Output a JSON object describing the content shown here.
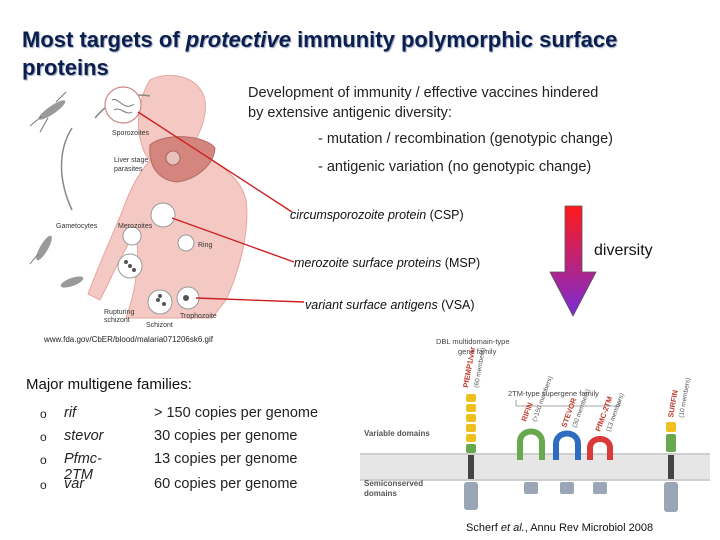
{
  "slide": {
    "title_part1": "Most targets of ",
    "title_emph": "protective",
    "title_part2": " immunity polymorphic surface proteins",
    "intro_line1": "Development of immunity / effective vaccines hindered",
    "intro_line2": "by extensive antigenic diversity:",
    "bullet_mutation": "- mutation / recombination (genotypic change)",
    "bullet_variation": "- antigenic variation (no genotypic change)"
  },
  "antigens": {
    "csp_name": "circumsporozoite protein",
    "csp_abbr": "(CSP)",
    "msp_name": "merozoite surface proteins",
    "msp_abbr": "(MSP)",
    "vsa_name": "variant surface antigens",
    "vsa_abbr": "(VSA)",
    "diversity_label": "diversity"
  },
  "lifecycle_figure": {
    "labels": {
      "sporozoites": "Sporozoites",
      "liver_stage_1": "Liver stage",
      "liver_stage_2": "parasites",
      "gametocytes": "Gametocytes",
      "merozoites": "Merozoites",
      "ring": "Ring",
      "rupturing_1": "Rupturing",
      "rupturing_2": "schizont",
      "schizont": "Schizont",
      "trophozoite": "Trophozoite"
    },
    "source_url": "www.fda.gov/CbER/blood/malaria071206sk6.gif"
  },
  "families": {
    "heading": "Major multigene families:",
    "rows": [
      {
        "marker": "o",
        "name": "rif",
        "count": "> 150 copies per genome"
      },
      {
        "marker": "o",
        "name": "stevor",
        "count": "30 copies per genome"
      },
      {
        "marker": "o",
        "name": "Pfmc-2TM",
        "count": "13 copies per genome"
      },
      {
        "marker": "o",
        "name": "var",
        "count": "60 copies per genome"
      }
    ]
  },
  "domain_figure": {
    "dbl_label_1": "DBL multidomain-type",
    "dbl_label_2": "gene family",
    "tm_label": "2TM-type supergene family",
    "variable_domains": "Variable domains",
    "semiconserved_1": "Semiconserved",
    "semiconserved_2": "domains",
    "pfemp1": "PfEMP1/var",
    "pfemp1_count": "(60 members)",
    "rifin": "RIFIN",
    "rifin_count": "(>150 members)",
    "stevor": "STEVOR",
    "stevor_count": "(30 members)",
    "pfmc": "PfMC-2TM",
    "pfmc_count": "(13 members)",
    "surfin": "SURFIN",
    "surfin_count": "(10 members)"
  },
  "citation": {
    "authors": "Scherf ",
    "etal": "et al.",
    "rest": ", Annu Rev Microbiol 2008"
  },
  "colors": {
    "title": "#0b1f4e",
    "pointer_lines": "#cc1f1f",
    "arrow_top": "#ff1a1a",
    "arrow_bottom": "#7a2bd6",
    "skin": "#f4c9c4"
  }
}
